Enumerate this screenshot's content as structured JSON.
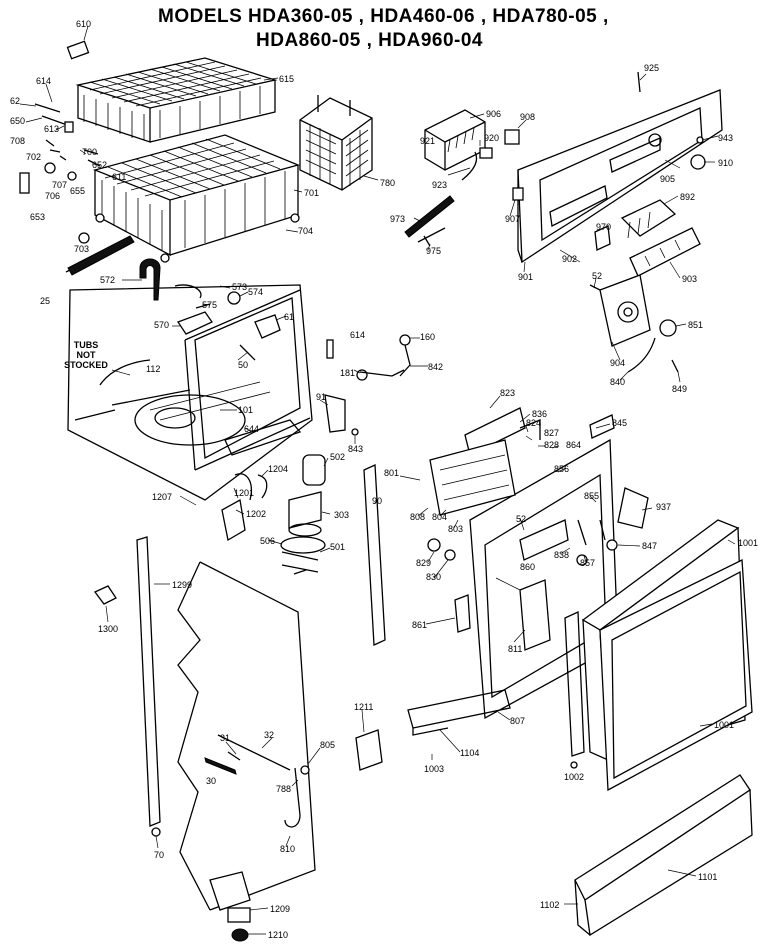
{
  "title": {
    "line1": "MODELS  HDA360-05 , HDA460-06 , HDA780-05 ,",
    "line2": "HDA860-05 , HDA960-04"
  },
  "tubs_note": [
    "TUBS",
    "NOT",
    "STOCKED"
  ],
  "callouts": {
    "c610": "610",
    "c615": "615",
    "c614": "614",
    "c62": "62",
    "c650": "650",
    "c613": "613",
    "c708": "708",
    "c702": "702",
    "c700": "700",
    "c652": "652",
    "c611": "611",
    "c707": "707",
    "c706": "706",
    "c655": "655",
    "c653": "653",
    "c701": "701",
    "c704": "704",
    "c703": "703",
    "c25": "25",
    "c780": "780",
    "c906": "906",
    "c908": "908",
    "c920": "920",
    "c921": "921",
    "c923": "923",
    "c973": "973",
    "c975": "975",
    "c925": "925",
    "c943": "943",
    "c910": "910",
    "c905": "905",
    "c907": "907",
    "c902": "902",
    "c970": "970",
    "c892": "892",
    "c901": "901",
    "c903": "903",
    "c572": "572",
    "c573": "573",
    "c574": "574",
    "c575": "575",
    "c570": "570",
    "c61": "61",
    "c614b": "614",
    "c160": "160",
    "c181": "181",
    "c842": "842",
    "c50": "50",
    "c112": "112",
    "c52": "52",
    "c851": "851",
    "c904": "904",
    "c840": "840",
    "c849": "849",
    "c101": "101",
    "c644": "644",
    "c91": "91",
    "c843": "843",
    "c823": "823",
    "c836": "836",
    "c824": "824",
    "c827": "827",
    "c828": "828",
    "c864": "864",
    "c845": "845",
    "c1207": "1207",
    "c1201": "1201",
    "c1202": "1202",
    "c1204": "1204",
    "c502": "502",
    "c303": "303",
    "c506": "506",
    "c501": "501",
    "c801": "801",
    "c90": "90",
    "c808": "808",
    "c804": "804",
    "c803": "803",
    "c856": "856",
    "c855": "855",
    "c937": "937",
    "c52b": "52",
    "c838": "838",
    "c857": "857",
    "c847": "847",
    "c1001": "1001",
    "c1299": "1299",
    "c1300": "1300",
    "c829": "829",
    "c830": "830",
    "c860": "860",
    "c861": "861",
    "c811": "811",
    "c1211": "1211",
    "c31": "31",
    "c32": "32",
    "c30": "30",
    "c805": "805",
    "c788": "788",
    "c810": "810",
    "c70": "70",
    "c807": "807",
    "c1104": "1104",
    "c1003": "1003",
    "c1002": "1002",
    "c1001b": "1001",
    "c1209": "1209",
    "c1210": "1210",
    "c1101": "1101",
    "c1102": "1102"
  },
  "colors": {
    "ink": "#000000",
    "paper": "#ffffff"
  }
}
